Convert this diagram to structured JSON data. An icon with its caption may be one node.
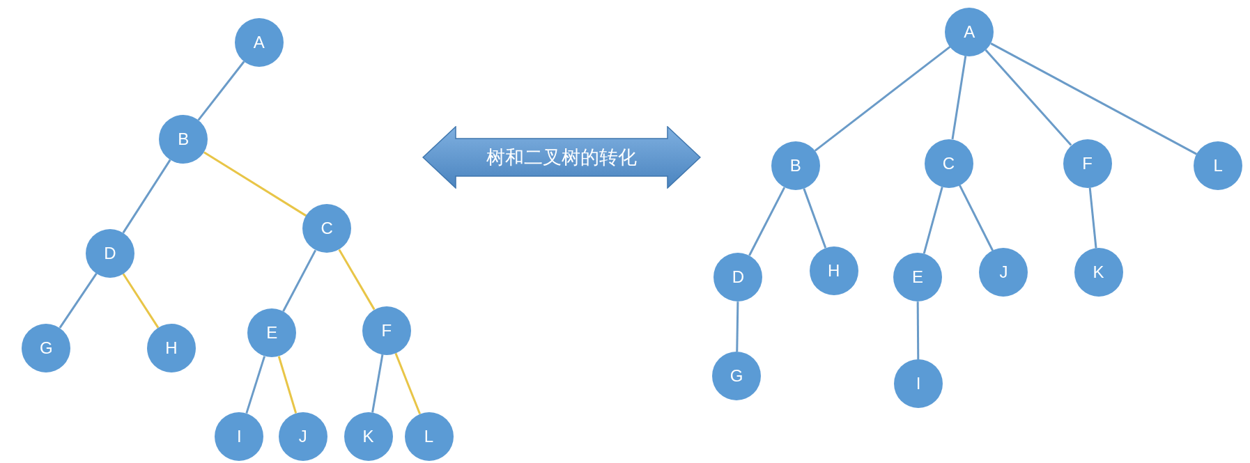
{
  "diagram": {
    "nodes": [
      {
        "text": [
          "A"
        ]
      },
      {
        "text": [
          "B"
        ]
      },
      {
        "text": [
          "C"
        ]
      },
      {
        "text": [
          "D"
        ]
      },
      {
        "text": [
          "E"
        ]
      },
      {
        "text": [
          "F"
        ]
      },
      {
        "text": [
          "G"
        ]
      },
      {
        "text": [
          "H"
        ]
      },
      {
        "text": [
          "I"
        ]
      },
      {
        "text": [
          "J"
        ]
      },
      {
        "text": [
          "K"
        ]
      },
      {
        "text": [
          "L"
        ]
      },
      {
        "text": [
          "树和二叉树的转化"
        ]
      },
      {
        "text": [
          "A"
        ]
      },
      {
        "text": [
          "B"
        ]
      },
      {
        "text": [
          "C"
        ]
      },
      {
        "text": [
          "F"
        ]
      },
      {
        "text": [
          "L"
        ]
      },
      {
        "text": [
          "D"
        ]
      },
      {
        "text": [
          "H"
        ]
      },
      {
        "text": [
          "E"
        ]
      },
      {
        "text": [
          "J"
        ]
      },
      {
        "text": [
          "K"
        ]
      },
      {
        "text": [
          "G"
        ]
      },
      {
        "text": [
          "I"
        ]
      }
    ],
    "edges": [
      {
        "from": 0,
        "to": 1,
        "arrow": "none"
      },
      {
        "from": 1,
        "to": 3,
        "arrow": "none"
      },
      {
        "from": 1,
        "to": 2,
        "arrow": "none",
        "color": "#e8c547"
      },
      {
        "from": 3,
        "to": 6,
        "arrow": "none"
      },
      {
        "from": 3,
        "to": 7,
        "arrow": "none",
        "color": "#e8c547"
      },
      {
        "from": 2,
        "to": 4,
        "arrow": "none"
      },
      {
        "from": 2,
        "to": 5,
        "arrow": "none",
        "color": "#e8c547"
      },
      {
        "from": 4,
        "to": 8,
        "arrow": "none"
      },
      {
        "from": 4,
        "to": 9,
        "arrow": "none",
        "color": "#e8c547"
      },
      {
        "from": 5,
        "to": 10,
        "arrow": "none"
      },
      {
        "from": 5,
        "to": 11,
        "arrow": "none",
        "color": "#e8c547"
      },
      {
        "from": 13,
        "to": 14,
        "arrow": "none"
      },
      {
        "from": 13,
        "to": 15,
        "arrow": "none"
      },
      {
        "from": 13,
        "to": 16,
        "arrow": "none"
      },
      {
        "from": 13,
        "to": 17,
        "arrow": "none"
      },
      {
        "from": 14,
        "to": 18,
        "arrow": "none"
      },
      {
        "from": 14,
        "to": 19,
        "arrow": "none"
      },
      {
        "from": 18,
        "to": 23,
        "arrow": "none"
      },
      {
        "from": 15,
        "to": 20,
        "arrow": "none"
      },
      {
        "from": 15,
        "to": 21,
        "arrow": "none"
      },
      {
        "from": 20,
        "to": 24,
        "arrow": "none"
      },
      {
        "from": 16,
        "to": 22,
        "arrow": "none"
      }
    ]
  }
}
